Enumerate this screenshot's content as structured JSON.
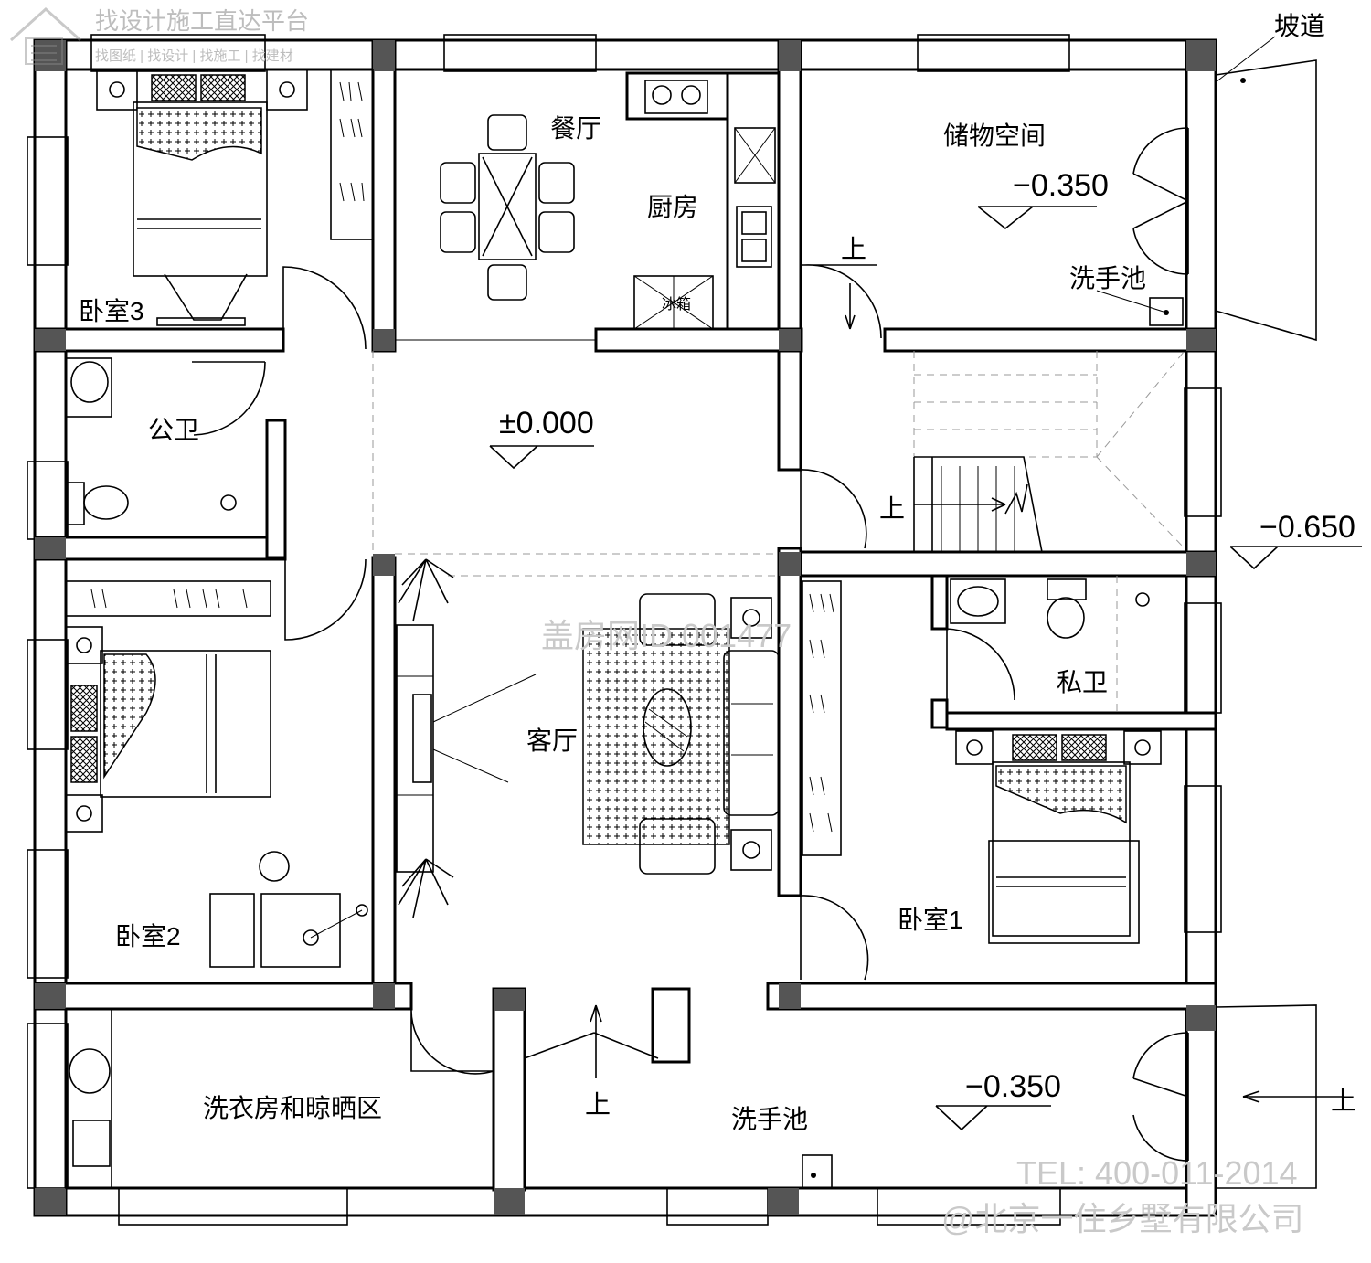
{
  "watermark": {
    "top_title": "找设计施工直达平台",
    "top_links": "找图纸 | 找设计 | 找施工 | 找建材",
    "center_id": "盖房网ID 001477",
    "tel": "TEL: 400-011-2014",
    "company": "@北京一住乡墅有限公司"
  },
  "rooms": {
    "bedroom3": "卧室3",
    "dining": "餐厅",
    "kitchen": "厨房",
    "fridge": "冰箱",
    "storage": "储物空间",
    "public_bath": "公卫",
    "living": "客厅",
    "bedroom2": "卧室2",
    "private_bath": "私卫",
    "bedroom1": "卧室1",
    "laundry": "洗衣房和晾晒区",
    "sink_top": "洗手池",
    "sink_bottom": "洗手池",
    "ramp": "坡道"
  },
  "levels": {
    "storage": "−0.350",
    "hall": "±0.000",
    "stair": "−0.650",
    "porch": "−0.350"
  },
  "arrows": {
    "up_storage": "上",
    "up_stair": "上",
    "up_entry": "上",
    "up_porch": "上"
  }
}
